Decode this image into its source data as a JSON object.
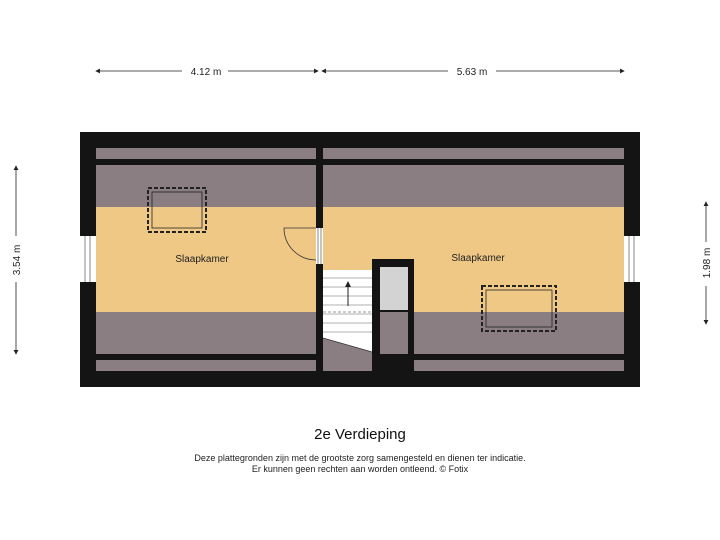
{
  "dimensions": {
    "width_left": "4.12 m",
    "width_right": "5.63 m",
    "height_left": "3.54 m",
    "height_right": "1.98 m"
  },
  "rooms": [
    {
      "label": "Slaapkamer"
    },
    {
      "label": "Slaapkamer"
    }
  ],
  "floor": {
    "title": "2e Verdieping",
    "disclaimer_line1": "Deze plattegronden zijn met de grootste zorg samengesteld en dienen ter indicatie.",
    "disclaimer_line2": "Er kunnen geen rechten aan worden ontleend. © Fotix"
  },
  "colors": {
    "wall": "#141414",
    "sloped_ceiling": "#8a7e82",
    "floor": "#f0c886",
    "stair_void": "#d3d3d3"
  }
}
